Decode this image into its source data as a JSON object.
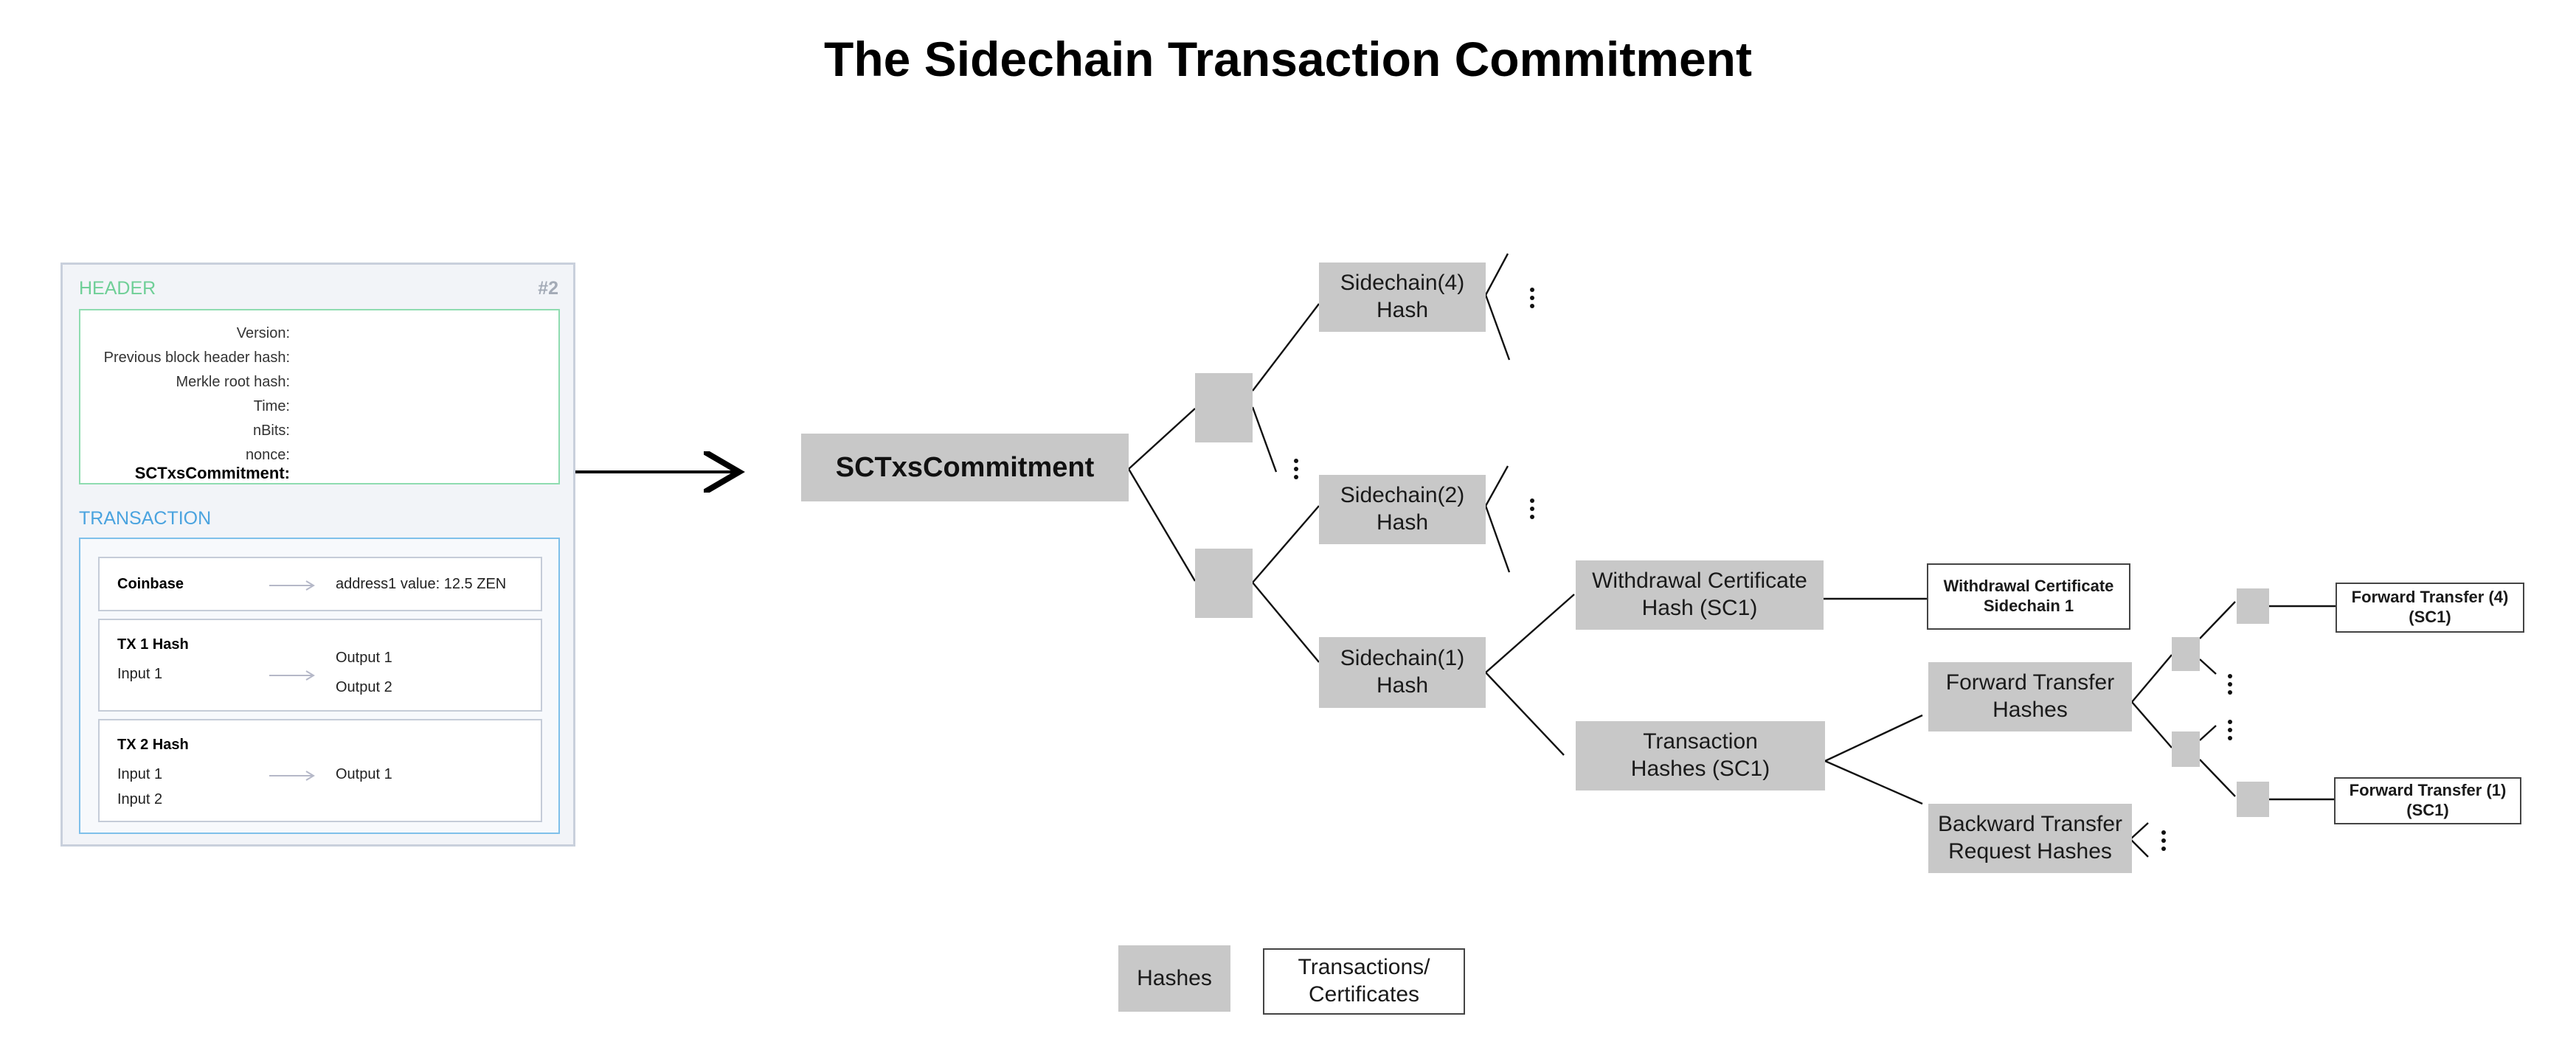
{
  "title": "The Sidechain Transaction Commitment",
  "block": {
    "header_label": "HEADER",
    "block_number": "#2",
    "fields": [
      "Version:",
      "Previous block header hash:",
      "Merkle root hash:",
      "Time:",
      "nBits:",
      "nonce:"
    ],
    "commitment_field": "SCTxsCommitment:",
    "transaction_label": "TRANSACTION",
    "coinbase": {
      "label": "Coinbase",
      "output": "address1 value: 12.5 ZEN"
    },
    "tx1": {
      "label": "TX 1 Hash",
      "input": "Input 1",
      "outputs": [
        "Output 1",
        "Output 2"
      ]
    },
    "tx2": {
      "label": "TX 2 Hash",
      "inputs": [
        "Input 1",
        "Input 2"
      ],
      "output": "Output 1"
    }
  },
  "tree": {
    "root": "SCTxsCommitment",
    "sc4": "Sidechain(4)\nHash",
    "sc2": "Sidechain(2)\nHash",
    "sc1": "Sidechain(1)\nHash",
    "wcert_hash": "Withdrawal Certificate\nHash (SC1)",
    "tx_hashes": "Transaction\nHashes (SC1)",
    "wcert": "Withdrawal Certificate\nSidechain 1",
    "ft_hashes": "Forward Transfer\nHashes",
    "bt_hashes": "Backward Transfer\nRequest Hashes",
    "ft4": "Forward Transfer (4)\n(SC1)",
    "ft1": "Forward Transfer (1)\n(SC1)"
  },
  "legend": {
    "hashes": "Hashes",
    "transactions": "Transactions/\nCertificates"
  },
  "colors": {
    "hash_fill": "#c8c8c8",
    "header_accent": "#6fcf97",
    "transaction_accent": "#4aa3df",
    "panel_bg": "#f2f4f8"
  }
}
